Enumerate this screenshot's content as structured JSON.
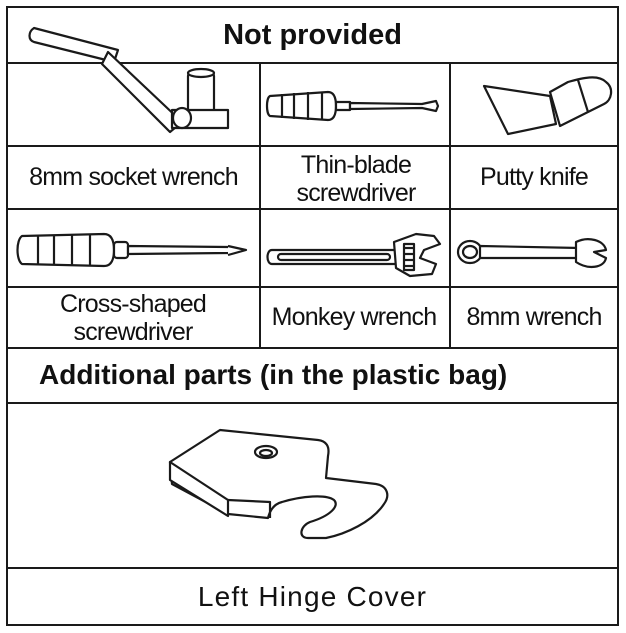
{
  "not_provided": {
    "title": "Not provided",
    "tools": [
      {
        "label": "8mm socket wrench",
        "icon": "socket-wrench-icon"
      },
      {
        "label": "Thin-blade screwdriver",
        "icon": "thin-blade-screwdriver-icon"
      },
      {
        "label": "Putty knife",
        "icon": "putty-knife-icon"
      },
      {
        "label": "Cross-shaped screwdriver",
        "icon": "cross-screwdriver-icon"
      },
      {
        "label": "Monkey wrench",
        "icon": "monkey-wrench-icon"
      },
      {
        "label": "8mm wrench",
        "icon": "combination-wrench-icon"
      }
    ]
  },
  "additional_parts": {
    "title": "Additional parts (in the plastic bag)",
    "part_icon": "hinge-cover-icon",
    "part_label": "Left Hinge Cover"
  }
}
